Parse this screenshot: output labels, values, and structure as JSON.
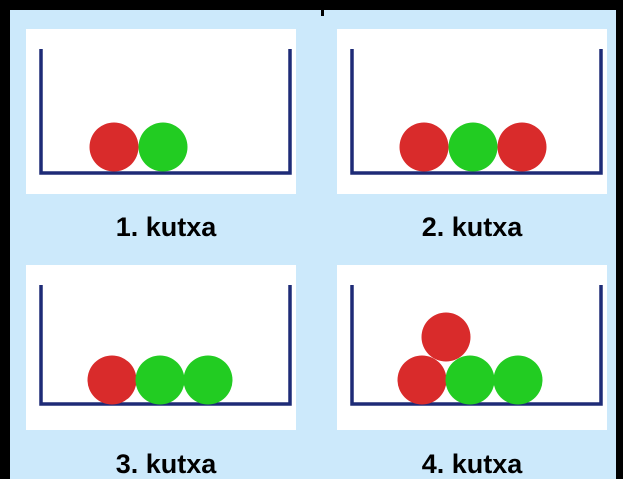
{
  "colors": {
    "background": "#cce9fb",
    "container": "#1e2b77",
    "red_ball": "#d92b2b",
    "green_ball": "#22cc22"
  },
  "boxes": [
    {
      "label": "1. kutxa",
      "balls": [
        "red",
        "green"
      ]
    },
    {
      "label": "2. kutxa",
      "balls": [
        "red",
        "green",
        "red"
      ]
    },
    {
      "label": "3. kutxa",
      "balls": [
        "red",
        "green",
        "green"
      ]
    },
    {
      "label": "4. kutxa",
      "balls": [
        "red",
        "green",
        "green",
        "red"
      ]
    }
  ]
}
